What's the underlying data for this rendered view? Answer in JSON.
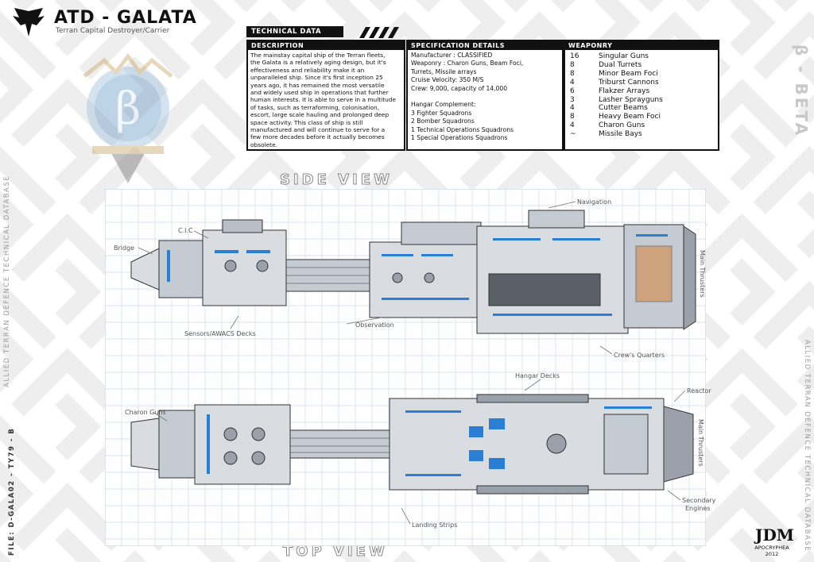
{
  "header": {
    "title": "ATD - GALATA",
    "subtitle": "Terran Capital Destroyer/Carrier"
  },
  "technical": {
    "section_label": "TECHNICAL DATA",
    "description": {
      "heading": "DESCRIPTION",
      "lines": [
        "The mainstay capital ship of the Terran fleets,",
        "the Galata is a relatively aging design, but it's",
        "effectiveness and reliability make it an",
        "unparalleled ship. Since it's first inception 25",
        "years ago, it has remained the most versatile",
        "and widely used ship in operations that further",
        "human interests. It is able to serve in a multitude",
        "of tasks, such as terraforming, colonisation,",
        "escort, large scale hauling and prolonged deep",
        "space activity.  This class of ship is still",
        "manufactured and will continue to serve for a",
        "few more decades before it actually becomes",
        "obsolete."
      ]
    },
    "specification": {
      "heading": "SPECIFICATION DETAILS",
      "lines": [
        "Manufacturer : CLASSIFIED",
        "Weaponry : Charon Guns, Beam Foci,",
        "Turrets, Missile arrays",
        "Cruise Velocity: 350 M/S",
        "Crew: 9,000, capacity of 14,000",
        "",
        "Hangar Complement:",
        "3 Fighter Squadrons",
        "2 Bomber Squadrons",
        "1 Technical Operations Squadrons",
        "1 Special Operations Squadrons"
      ]
    },
    "weaponry": {
      "heading": "WEAPONRY",
      "rows": [
        {
          "count": "16",
          "name": "Singular Guns"
        },
        {
          "count": "8",
          "name": "Dual Turrets"
        },
        {
          "count": "8",
          "name": "Minor Beam Foci"
        },
        {
          "count": "4",
          "name": "Triburst Cannons"
        },
        {
          "count": "6",
          "name": "Flakzer Arrays"
        },
        {
          "count": "3",
          "name": "Lasher Sprayguns"
        },
        {
          "count": "4",
          "name": "Cutter Beams"
        },
        {
          "count": "8",
          "name": "Heavy Beam Foci"
        },
        {
          "count": "4",
          "name": "Charon Guns"
        },
        {
          "count": "~",
          "name": "Missile Bays"
        }
      ]
    }
  },
  "views": {
    "side_label": "SIDE VIEW",
    "top_label": "TOP VIEW"
  },
  "callouts": {
    "cic": "C.I.C",
    "bridge": "Bridge",
    "navigation": "Navigation",
    "main_thrusters_side": "Main Thrusters",
    "observation": "Observation",
    "sensors": "Sensors/AWACS Decks",
    "crews_quarters": "Crew's Quarters",
    "hangar_decks": "Hangar Decks",
    "reactor": "Reactor",
    "charon_guns": "Charon Guns",
    "main_thrusters_top": "Main Thrusters",
    "landing_strips": "Landing Strips",
    "secondary_engines_1": "Secondary",
    "secondary_engines_2": "Engines"
  },
  "margins": {
    "left_vertical": "ALLIED TERRAN DEFENCE TECHNICAL DATABASE",
    "right_vertical": "ALLIED TERRAN DEFENCE TECHNICAL DATABASE",
    "file_code": "FILE: D-GALA02 - TY79 - B",
    "beta_mark": "β - BETA"
  },
  "signature": {
    "monogram": "JDM",
    "name": "APOCRYPHEA",
    "year": "2012"
  },
  "colors": {
    "hull": "#d9dde2",
    "hull_dark": "#5a6068",
    "accent_blue": "#2a7fd4",
    "grid_line": "#c9d6e6",
    "pattern": "#ececec"
  },
  "icons": {
    "emblem": "eagle-emblem-icon",
    "crest": "beta-crest-icon"
  }
}
